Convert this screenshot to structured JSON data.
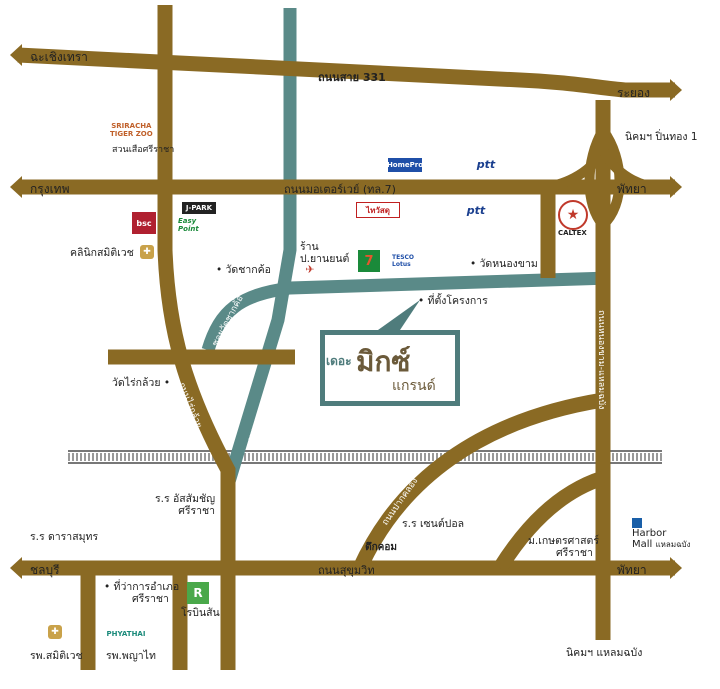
{
  "colors": {
    "road": "#8a6a24",
    "canal": "#5a8a88",
    "rail": "#777777",
    "project_frame": "#4f7c7c"
  },
  "roads": {
    "chalerm_thep": "ฉะเชิงเทรา",
    "road_331": "ถนนสาย 331",
    "rayong": "ระยอง",
    "krungthep": "กรุงเทพ",
    "motorway": "ถนนมอเตอร์เวย์ (ทล.7)",
    "pattaya_top": "พัทยา",
    "chonburi": "ชลบุรี",
    "sukhumvit": "ถนนสุขุมวิท",
    "pattaya_bottom": "พัทยา",
    "wat_chak_kho_road": "ซอยวัดชากค้อ",
    "nong_kham_road": "ถนนหนองขาม",
    "rai_kluai_road": "ถนนไร่กล้วย",
    "right_road": "ถนนหนองขาม-แหลมฉบัง",
    "pak_khlong_road": "ถนนปากคลอง"
  },
  "places": {
    "zoo_title": "SRIRACHA\nTIGER ZOO",
    "zoo_name": "สวนเสือศรีราชา",
    "nikhom_pinthong": "นิคมฯ ปิ่นทอง 1",
    "homepro": "HomePro",
    "ptt_top": "ptt",
    "jpark": "J-PARK",
    "easy_point": "Easy Point",
    "bsc": "bsc",
    "seven_eleven": "7",
    "thai_watsadu": "ไทวัสดุ",
    "ptt_mid": "ptt",
    "caltex": "CALTEX",
    "clinic": "คลินิกสมิติเวช",
    "shop": "ร้าน",
    "shop_name": "ป.ยานยนต์",
    "tesco": "TESCO Lotus",
    "wat_chak_kho": "วัดชากค้อ",
    "wat_nong_kham": "วัดหนองขาม",
    "project_site": "ที่ตั้งโครงการ",
    "wat_rai_kluai": "วัดไร่กล้วย",
    "assumption": "ร.ร อัสสัมชัญ",
    "assumption_sub": "ศรีราชา",
    "st_paul": "ร.ร เซนต์ปอล",
    "tuk_com": "ตึกคอม",
    "kasetsart": "ม.เกษตรศาสตร์",
    "kasetsart_sub": "ศรีราชา",
    "harbor_mall": "Harbor",
    "harbor_mall2": "Mall",
    "harbor_mall3": "แหลมฉบัง",
    "dara_samut": "ร.ร ดาราสมุทร",
    "district_office": "ที่ว่าการอำเภอ",
    "district_office_sub": "ศรีราชา",
    "robinson": "โรบินสัน",
    "samitivej_hosp": "รพ.สมิติเวช",
    "phyathai_logo": "PHYATHAI",
    "phyathai_hosp": "รพ.พญาไท",
    "laem_chabang": "นิคมฯ แหลมฉบัง"
  },
  "project": {
    "prefix": "เดอะ",
    "name": "มิกซ์",
    "sub": "แกรนด์"
  }
}
